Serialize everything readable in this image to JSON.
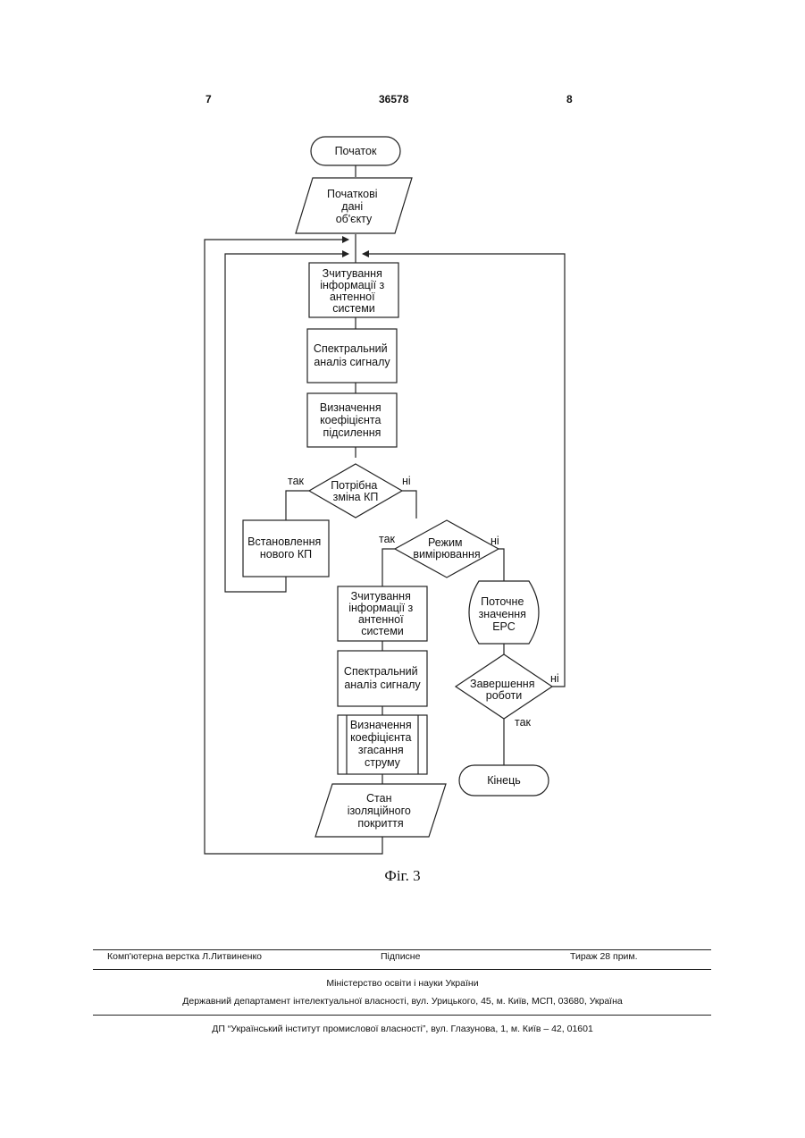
{
  "header": {
    "page_left": "7",
    "doc_number": "36578",
    "page_right": "8"
  },
  "flowchart": {
    "start": "Початок",
    "initial_data": [
      "Початкові",
      "дані",
      "об'єкту"
    ],
    "read_info_1": [
      "Зчитування",
      "інформації з",
      "антенної",
      "системи"
    ],
    "spectral_1": [
      "Спектральний",
      "аналіз сигналу"
    ],
    "gain_calc": [
      "Визначення",
      "коефіцієнта",
      "підсилення"
    ],
    "decision_kp": [
      "Потрібна",
      "зміна КП"
    ],
    "decision_kp_yes": "так",
    "decision_kp_no": "ні",
    "set_kp": [
      "Встановлення",
      "нового КП"
    ],
    "decision_mode": [
      "Режим",
      "вимірювання"
    ],
    "decision_mode_yes": "так",
    "decision_mode_no": "ні",
    "read_info_2": [
      "Зчитування",
      "інформації з",
      "антенної",
      "системи"
    ],
    "spectral_2": [
      "Спектральний",
      "аналіз сигналу"
    ],
    "attenuation_calc": [
      "Визначення",
      "коефіцієнта",
      "згасання",
      "струму"
    ],
    "coating_state": [
      "Стан",
      "ізоляційного",
      "покриття"
    ],
    "current_emf": [
      "Поточне",
      "значення",
      "ЕРС"
    ],
    "decision_end": [
      "Завершення",
      "роботи"
    ],
    "decision_end_yes": "так",
    "decision_end_no": "ні",
    "end": "Кінець"
  },
  "caption": "Фіг. 3",
  "footer": {
    "layout": "Комп'ютерна верстка Л.Литвиненко",
    "signed": "Підписне",
    "circulation": "Тираж 28 прим.",
    "ministry": "Міністерство освіти і науки України",
    "department": "Державний департамент інтелектуальної власності, вул. Урицького, 45, м. Київ, МСП, 03680, Україна",
    "institute": "ДП “Український інститут промислової власності”, вул. Глазунова, 1, м. Київ – 42, 01601"
  }
}
